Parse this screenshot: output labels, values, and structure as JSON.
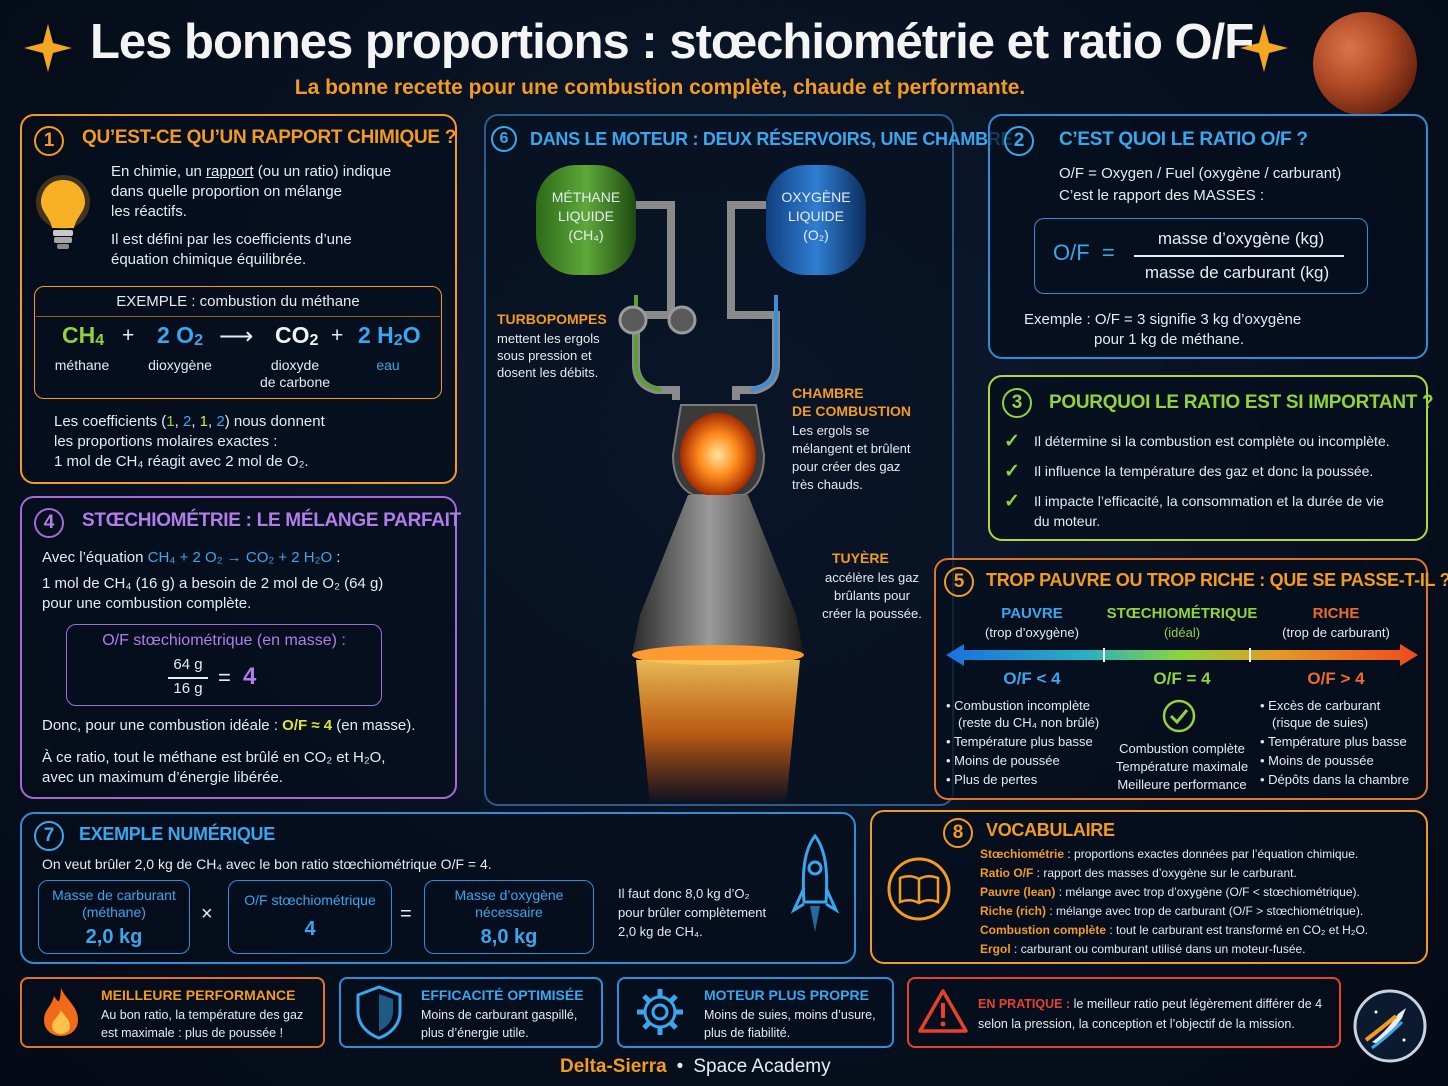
{
  "header": {
    "title": "Les bonnes proportions : stœchiométrie et ratio O/F",
    "subtitle": "La bonne recette pour une combustion complète, chaude et performante."
  },
  "s1": {
    "num": "1",
    "title": "QU’EST-CE QU’UN RAPPORT CHIMIQUE ?",
    "p1a": "En chimie, un ",
    "p1link": "rapport",
    "p1b": " (ou un ratio) indique",
    "p1c": "dans quelle proportion on mélange",
    "p1d": "les réactifs.",
    "p2a": "Il est défini par les coefficients d’une",
    "p2b": "équation chimique équilibrée.",
    "ex_label": "EXEMPLE : combustion du méthane",
    "eq": {
      "ch4": "CH",
      "ch4sub": "4",
      "plus1": "+",
      "o2": "2 O",
      "o2sub": "2",
      "arrow": "⟶",
      "co2": "CO",
      "co2sub": "2",
      "plus2": "+",
      "h2o": "2 H",
      "h2osub": "2",
      "h2o_o": "O"
    },
    "lab": {
      "ch4": "méthane",
      "o2": "dioxygène",
      "co2a": "dioxyde",
      "co2b": "de carbone",
      "h2o": "eau"
    },
    "c1a": "Les coefficients (",
    "c1": "1",
    "c2": "2",
    "c3": "1",
    "c4": "2",
    "c1b": ") nous donnent",
    "c2line": "les proportions molaires exactes :",
    "c3line": "1 mol de CH₄ réagit avec 2 mol de O₂."
  },
  "s2": {
    "num": "2",
    "title": "C’EST QUOI LE RATIO O/F ?",
    "l1": "O/F = Oxygen / Fuel (oxygène / carburant)",
    "l2": "C’est le rapport des MASSES :",
    "lhs": "O/F  =",
    "numer": "masse d’oxygène (kg)",
    "denom": "masse de carburant (kg)",
    "ex1": "Exemple : O/F = 3 signifie 3 kg d’oxygène",
    "ex2": "pour 1 kg de méthane."
  },
  "s3": {
    "num": "3",
    "title": "POURQUOI LE RATIO EST SI IMPORTANT ?",
    "items": [
      "Il détermine si la combustion est complète ou incomplète.",
      "Il influence la température des gaz et donc la poussée.",
      "Il impacte l’efficacité, la consommation et la durée de vie",
      "du moteur."
    ]
  },
  "s4": {
    "num": "4",
    "title": "STŒCHIOMÉTRIE : LE MÉLANGE PARFAIT",
    "l1a": "Avec l’équation ",
    "l1eq": "CH₄ + 2 O₂  →  CO₂ + 2 H₂O",
    "l1b": " :",
    "l2": "1 mol de CH₄ (16 g) a besoin de 2 mol de O₂ (64 g)",
    "l3": "pour une combustion complète.",
    "box_title": "O/F stœchiométrique (en masse) :",
    "fn": "64 g",
    "fd": "16 g",
    "feq": "=",
    "fval": "4",
    "l4a": "Donc, pour une combustion idéale : ",
    "l4b": "O/F ≈ 4",
    "l4c": " (en masse).",
    "l5": "À ce ratio, tout le méthane est brûlé en CO₂ et H₂O,",
    "l6": "avec un maximum d’énergie libérée."
  },
  "s5": {
    "num": "5",
    "title": "TROP PAUVRE OU TROP RICHE : QUE SE PASSE-T-IL ?",
    "poor": "PAUVRE",
    "poor_sub": "(trop d’oxygène)",
    "stoich": "STŒCHIOMÉTRIQUE",
    "stoich_sub": "(idéal)",
    "rich": "RICHE",
    "rich_sub": "(trop de carburant)",
    "poor_val": "O/F < 4",
    "stoich_val": "O/F = 4",
    "rich_val": "O/F > 4",
    "poor_items": [
      "Combustion incomplète",
      "(reste du CH₄ non brûlé)",
      "Température plus basse",
      "Moins de poussée",
      "Plus de pertes"
    ],
    "stoich_items": [
      "Combustion complète",
      "Température maximale",
      "Meilleure performance"
    ],
    "rich_items": [
      "Excès de carburant",
      "(risque de suies)",
      "Température plus basse",
      "Moins de poussée",
      "Dépôts dans la chambre"
    ]
  },
  "s6": {
    "num": "6",
    "title": "DANS LE MOTEUR : DEUX RÉSERVOIRS, UNE CHAMBRE",
    "tank1": [
      "MÉTHANE",
      "LIQUIDE",
      "(CH₄)"
    ],
    "tank2": [
      "OXYGÈNE",
      "LIQUIDE",
      "(O₂)"
    ],
    "turbo_title": "TURBOPOMPES",
    "turbo_text": [
      "mettent les ergols",
      "sous pression et",
      "dosent les débits."
    ],
    "chamber_title": [
      "CHAMBRE",
      "DE COMBUSTION"
    ],
    "chamber_text": [
      "Les ergols se",
      "mélangent et brûlent",
      "pour créer des gaz",
      "très chauds."
    ],
    "nozzle_title": "TUYÈRE",
    "nozzle_text": [
      "accélère les gaz",
      "brûlants pour",
      "créer la poussée."
    ]
  },
  "s7": {
    "num": "7",
    "title": "EXEMPLE NUMÉRIQUE",
    "intro": "On veut brûler 2,0 kg de CH₄ avec le bon ratio stœchiométrique O/F = 4.",
    "b1a": "Masse de carburant",
    "b1b": "(méthane)",
    "b1v": "2,0 kg",
    "times": "×",
    "b2a": "O/F stœchiométrique",
    "b2v": "4",
    "equals": "=",
    "b3a": "Masse d’oxygène",
    "b3b": "nécessaire",
    "b3v": "8,0 kg",
    "r1": "Il faut donc 8,0 kg d’O₂",
    "r2": "pour brûler complètement",
    "r3": "2,0 kg de CH₄."
  },
  "s8": {
    "num": "8",
    "title": "VOCABULAIRE",
    "items": [
      {
        "term": "Stœchiométrie",
        "def": "proportions exactes données par l’équation chimique."
      },
      {
        "term": "Ratio O/F",
        "def": "rapport des masses d’oxygène sur le carburant."
      },
      {
        "term": "Pauvre (lean)",
        "def": "mélange avec trop d’oxygène (O/F < stœchiométrique)."
      },
      {
        "term": "Riche (rich)",
        "def": "mélange avec trop de carburant (O/F > stœchiométrique)."
      },
      {
        "term": "Combustion complète",
        "def": "tout le carburant est transformé en CO₂ et H₂O."
      },
      {
        "term": "Ergol",
        "def": "carburant ou comburant utilisé dans un moteur-fusée."
      }
    ]
  },
  "footer_cards": [
    {
      "title": "MEILLEURE PERFORMANCE",
      "l1": "Au bon ratio, la température des gaz",
      "l2": "est maximale : plus de poussée !"
    },
    {
      "title": "EFFICACITÉ OPTIMISÉE",
      "l1": "Moins de carburant gaspillé,",
      "l2": "plus d’énergie utile."
    },
    {
      "title": "MOTEUR PLUS PROPRE",
      "l1": "Moins de suies, moins d’usure,",
      "l2": "plus de fiabilité."
    }
  ],
  "warning": {
    "title": "EN PRATIQUE :",
    "l1": " le meilleur ratio peut légèrement différer de 4",
    "l2": "selon la pression, la conception et l’objectif de la mission."
  },
  "footer": {
    "brand": "Delta-Sierra",
    "dot": "•",
    "academy": "Space Academy"
  },
  "colors": {
    "orange": "#f39a22",
    "blue": "#3aa6ee",
    "green": "#8ed43c",
    "purple": "#b27de8",
    "yellow": "#dfe23a",
    "red": "#e8402a"
  },
  "icons": [
    "sparkle-icon",
    "mars-planet",
    "lightbulb-icon",
    "checkmark-icon",
    "rocket-icon",
    "book-icon",
    "flame-icon",
    "shield-icon",
    "gear-icon",
    "warning-icon",
    "academy-logo"
  ]
}
